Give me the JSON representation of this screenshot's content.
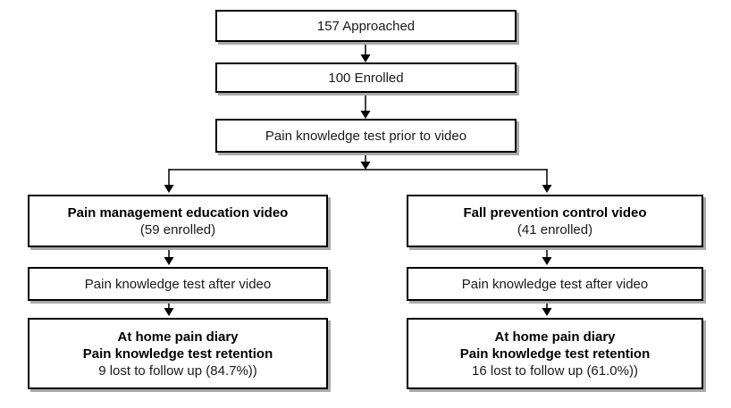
{
  "figure": {
    "background_color": "#ffffff",
    "box_border_color": "#000000",
    "box_shadow_color": "#a9a9a9",
    "arrow_color": "#000000",
    "boxes": {
      "approached": {
        "line1": "157 Approached"
      },
      "enrolled": {
        "line1": "100 Enrolled"
      },
      "pretest": {
        "line1": "Pain knowledge test prior to video"
      },
      "education_video": {
        "line1": "Pain management education video",
        "line2": "(59 enrolled)"
      },
      "control_video": {
        "line1": "Fall prevention control video",
        "line2": "(41 enrolled)"
      },
      "posttest_left": {
        "line1": "Pain knowledge test after video"
      },
      "posttest_right": {
        "line1": "Pain knowledge test after video"
      },
      "retention_left": {
        "line1": "At home pain diary",
        "line2": "Pain knowledge test retention",
        "line3": "9 lost to follow up (84.7%))"
      },
      "retention_right": {
        "line1": "At home pain diary",
        "line2": "Pain knowledge test retention",
        "line3": "16 lost to follow up (61.0%))"
      }
    }
  }
}
